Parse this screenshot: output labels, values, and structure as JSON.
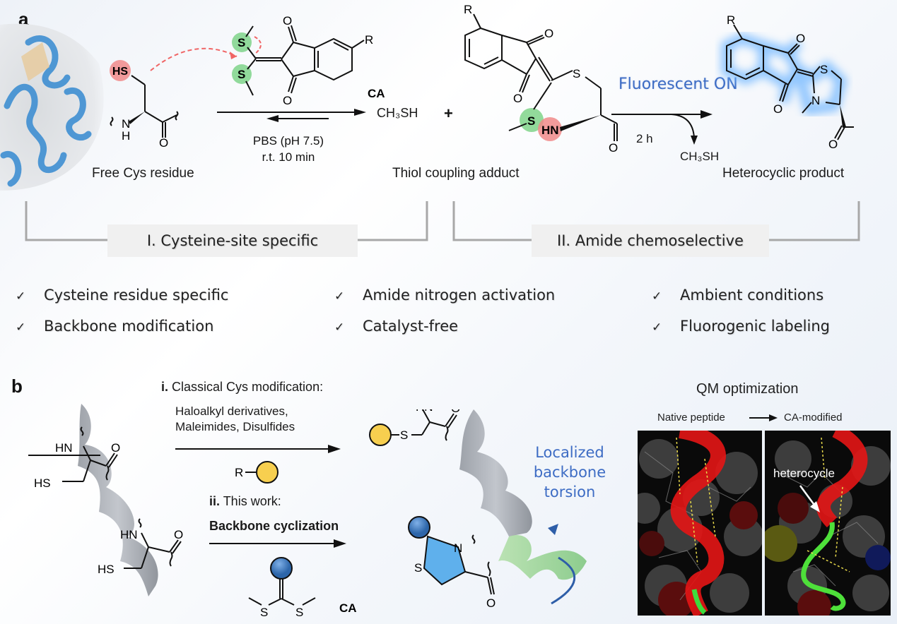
{
  "panel_a": {
    "letter": "a",
    "free_cys_label": "Free Cys residue",
    "thiol_group": "HS",
    "reagent_label": "CA",
    "substituent": "R",
    "conditions_line1": "PBS (pH 7.5)",
    "conditions_line2": "r.t.  10 min",
    "byproduct": "CH3SH",
    "byproduct_display": "CH₃SH",
    "plus": "+",
    "adduct_label": "Thiol coupling adduct",
    "fluorescent_label": "Fluorescent ON",
    "step2_time": "2 h",
    "step2_byproduct": "CH₃SH",
    "product_label": "Heterocyclic product",
    "sections": [
      {
        "label": "I.   Cysteine-site specific"
      },
      {
        "label": "II.   Amide chemoselective"
      }
    ],
    "features": [
      {
        "check": "✓",
        "label": "Cysteine residue specific"
      },
      {
        "check": "✓",
        "label": "Backbone modification"
      },
      {
        "check": "✓",
        "label": "Amide nitrogen activation"
      },
      {
        "check": "✓",
        "label": "Catalyst-free"
      },
      {
        "check": "✓",
        "label": "Ambient conditions"
      },
      {
        "check": "✓",
        "label": "Fluorogenic labeling"
      }
    ]
  },
  "panel_b": {
    "letter": "b",
    "route_i_prefix": "i.",
    "route_i_title": " Classical Cys modification:",
    "route_i_reagents_line1": "Haloalkyl derivatives,",
    "route_i_reagents_line2": "Maleimides, Disulfides",
    "route_i_reagent_symbol": "R",
    "route_ii_prefix": "ii.",
    "route_ii_title": " This work:",
    "route_ii_method": "Backbone cyclization",
    "route_ii_reagent_label": "CA",
    "torsion_line1": "Localized",
    "torsion_line2": "backbone",
    "torsion_line3": "torsion",
    "qm_title": "QM optimization",
    "qm_from": "Native peptide",
    "qm_to": "CA-modified",
    "qm_annotation": "heterocycle"
  },
  "colors": {
    "accent_blue": "#3d6cc4",
    "thiol_highlight": "#f08a8a",
    "sulfur_highlight": "#7fd48a",
    "yellow_reagent": "#f7cf4f",
    "blue_reagent": "#4a86c8",
    "thiazolidine_fill": "#5fb0ec"
  }
}
